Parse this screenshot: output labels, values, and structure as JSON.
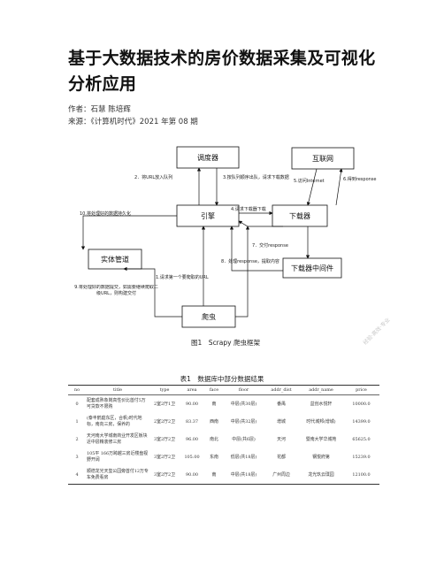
{
  "article": {
    "title": "基于大数据技术的房价数据采集及可视化分析应用",
    "author_line": "作者：石慧 陈培辉",
    "source_line": "来源：《计算机时代》2021 年第 08 期"
  },
  "figure": {
    "caption": "图1　Scrapy 爬虫框架",
    "boxes": {
      "scheduler": "调度器",
      "internet": "互联网",
      "engine": "引擎",
      "downloader": "下载器",
      "pipeline": "实体管道",
      "middleware": "下载器中间件",
      "spider": "爬虫"
    },
    "edges": {
      "e2": "2．将URL放入队列",
      "e3": "3.按队列顺序出队，请求下载数据",
      "e5": "5.访问Internet",
      "e6": "6.得到response",
      "e4": "4.请求下载器下载",
      "e10": "10.将处理好的数据持久化",
      "e7": "7．交付response",
      "e8": "8．处理response，提取内容",
      "e1": "1.请求第一个要爬取的URL",
      "e9": "9.将处理好的数据提交，如需要继续爬取二级URL，则构建交付"
    },
    "watermark": "经验·高效·专业"
  },
  "table": {
    "caption": "表1　数据库中部分数据结果",
    "headers": [
      "no",
      "title",
      "type",
      "area",
      "face",
      "floor",
      "addr_dist",
      "addr_name",
      "price"
    ],
    "rows": [
      [
        "0",
        "配套成熟象岗高性价比首付5万可贷款不限购",
        "2室2厅1卫",
        "90.00",
        "南",
        "中层(共30层)",
        "番禺",
        "益创水悦轩",
        "10000.0"
      ],
      [
        "1",
        "(泰丰鹤庭东区，合帆)时代地标，南向三房，保养的",
        "2室2厅2卫",
        "83.37",
        "西南",
        "中层(共32层)",
        "增城",
        "时代城邦(增城)",
        "14399.0"
      ],
      [
        "2",
        "天河南大学城南商业开发区板块近中层精装修三房",
        "3室2厅2卫",
        "96.00",
        "南北",
        "中层(共6层)",
        "天河",
        "暨南大学华城苑",
        "65625.0"
      ],
      [
        "3",
        "105平 166万跨越三房近楼盘视野开阔",
        "3室2厅2卫",
        "105.00",
        "东南",
        "低层(共18层)",
        "花都",
        "钢悦府第",
        "15239.0"
      ],
      [
        "4",
        "顺德龙光天玺公园旁首付12万专车免费看房",
        "3室2厅2卫",
        "90.00",
        "南",
        "中层(共18层)",
        "广州周边",
        "龙光玖云璞园",
        "12100.0"
      ]
    ]
  }
}
